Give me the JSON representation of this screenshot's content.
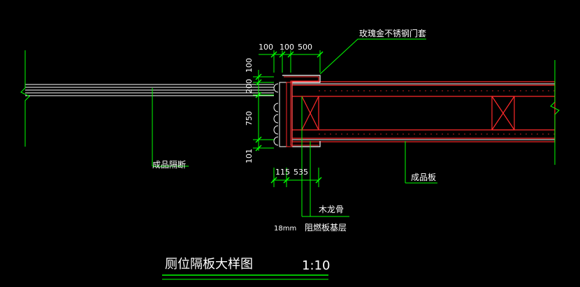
{
  "colors": {
    "background": "#000000",
    "outline": "#ff2a2a",
    "edge_white": "#ffffff",
    "dimension": "#00ff00",
    "text": "#ffffff"
  },
  "dimensions": {
    "top": [
      "100",
      "100",
      "500"
    ],
    "left": [
      "100",
      "200",
      "750",
      "101"
    ],
    "bottom": [
      "115",
      "535"
    ]
  },
  "labels": {
    "rose_gold_sleeve": "玫瑰金不锈钢门套",
    "finished_partition": "成品隔断",
    "finished_board": "成品板",
    "wood_keel": "木龙骨",
    "thickness": "18mm",
    "fire_board_base": "阻燃板基层"
  },
  "title": {
    "text": "厕位隔板大样图",
    "scale": "1:10"
  }
}
